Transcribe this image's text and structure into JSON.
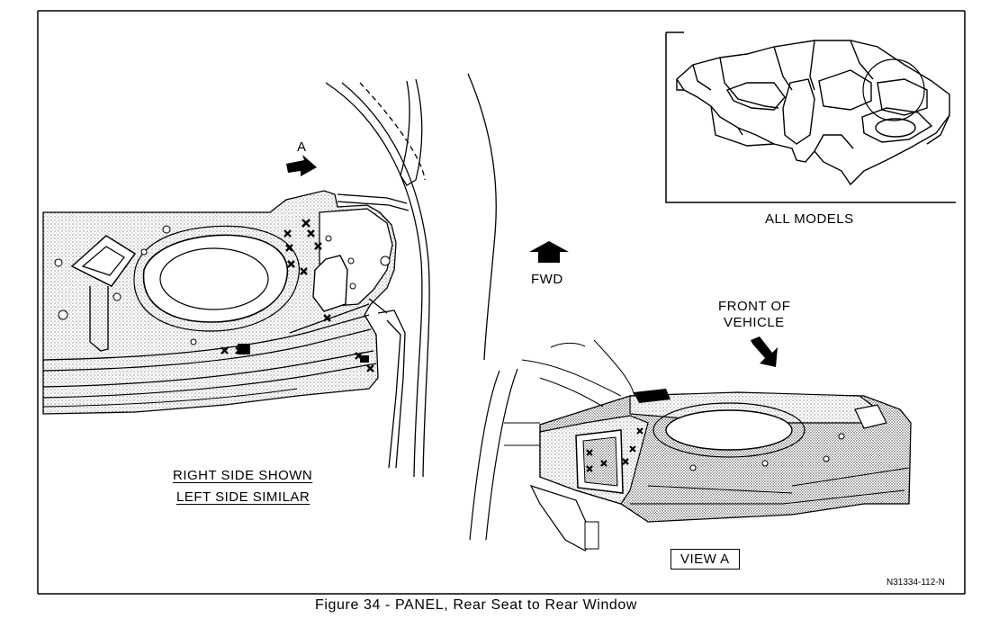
{
  "labels": {
    "view_marker": "A",
    "all_models": "ALL MODELS",
    "fwd": "FWD",
    "front_of_vehicle_line1": "FRONT OF",
    "front_of_vehicle_line2": "VEHICLE",
    "right_side_shown": "RIGHT SIDE SHOWN",
    "left_side_similar": "LEFT SIDE SIMILAR",
    "view_a": "VIEW A",
    "part_number": "N31334-112-N"
  },
  "caption": "Figure 34 - PANEL, Rear Seat to Rear Window"
}
